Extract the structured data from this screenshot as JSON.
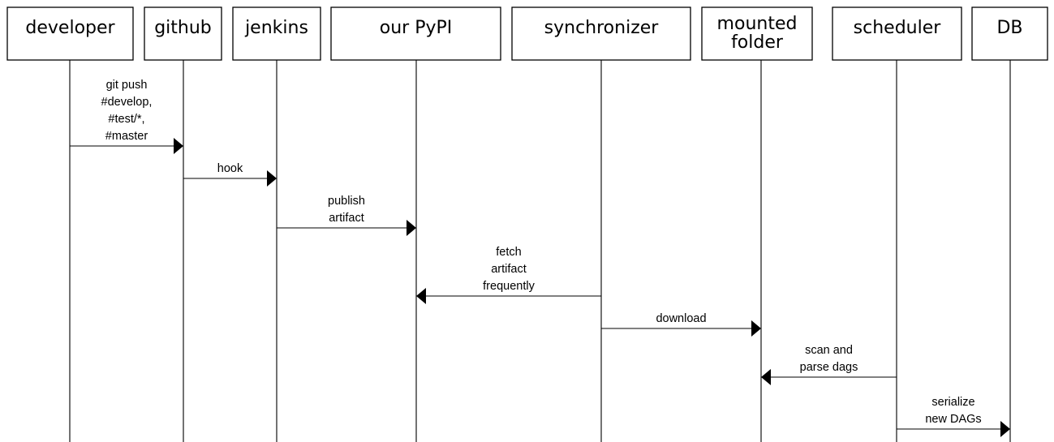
{
  "participants": [
    {
      "id": "developer",
      "label": [
        "developer"
      ]
    },
    {
      "id": "github",
      "label": [
        "github"
      ]
    },
    {
      "id": "jenkins",
      "label": [
        "jenkins"
      ]
    },
    {
      "id": "pypi",
      "label": [
        "our PyPI"
      ]
    },
    {
      "id": "synchronizer",
      "label": [
        "synchronizer"
      ]
    },
    {
      "id": "mounted-folder",
      "label": [
        "mounted",
        "folder"
      ]
    },
    {
      "id": "scheduler",
      "label": [
        "scheduler"
      ]
    },
    {
      "id": "db",
      "label": [
        "DB"
      ]
    }
  ],
  "messages": [
    {
      "from": "developer",
      "to": "github",
      "label": [
        "git push",
        "#develop,",
        "#test/*,",
        "#master"
      ]
    },
    {
      "from": "github",
      "to": "jenkins",
      "label": [
        "hook"
      ]
    },
    {
      "from": "jenkins",
      "to": "pypi",
      "label": [
        "publish",
        " artifact"
      ]
    },
    {
      "from": "synchronizer",
      "to": "pypi",
      "label": [
        "fetch",
        "artifact",
        "frequently"
      ]
    },
    {
      "from": "synchronizer",
      "to": "mounted-folder",
      "label": [
        "download"
      ]
    },
    {
      "from": "scheduler",
      "to": "mounted-folder",
      "label": [
        "scan and",
        "parse dags"
      ]
    },
    {
      "from": "scheduler",
      "to": "db",
      "label": [
        "serialize",
        "new DAGs"
      ]
    }
  ]
}
